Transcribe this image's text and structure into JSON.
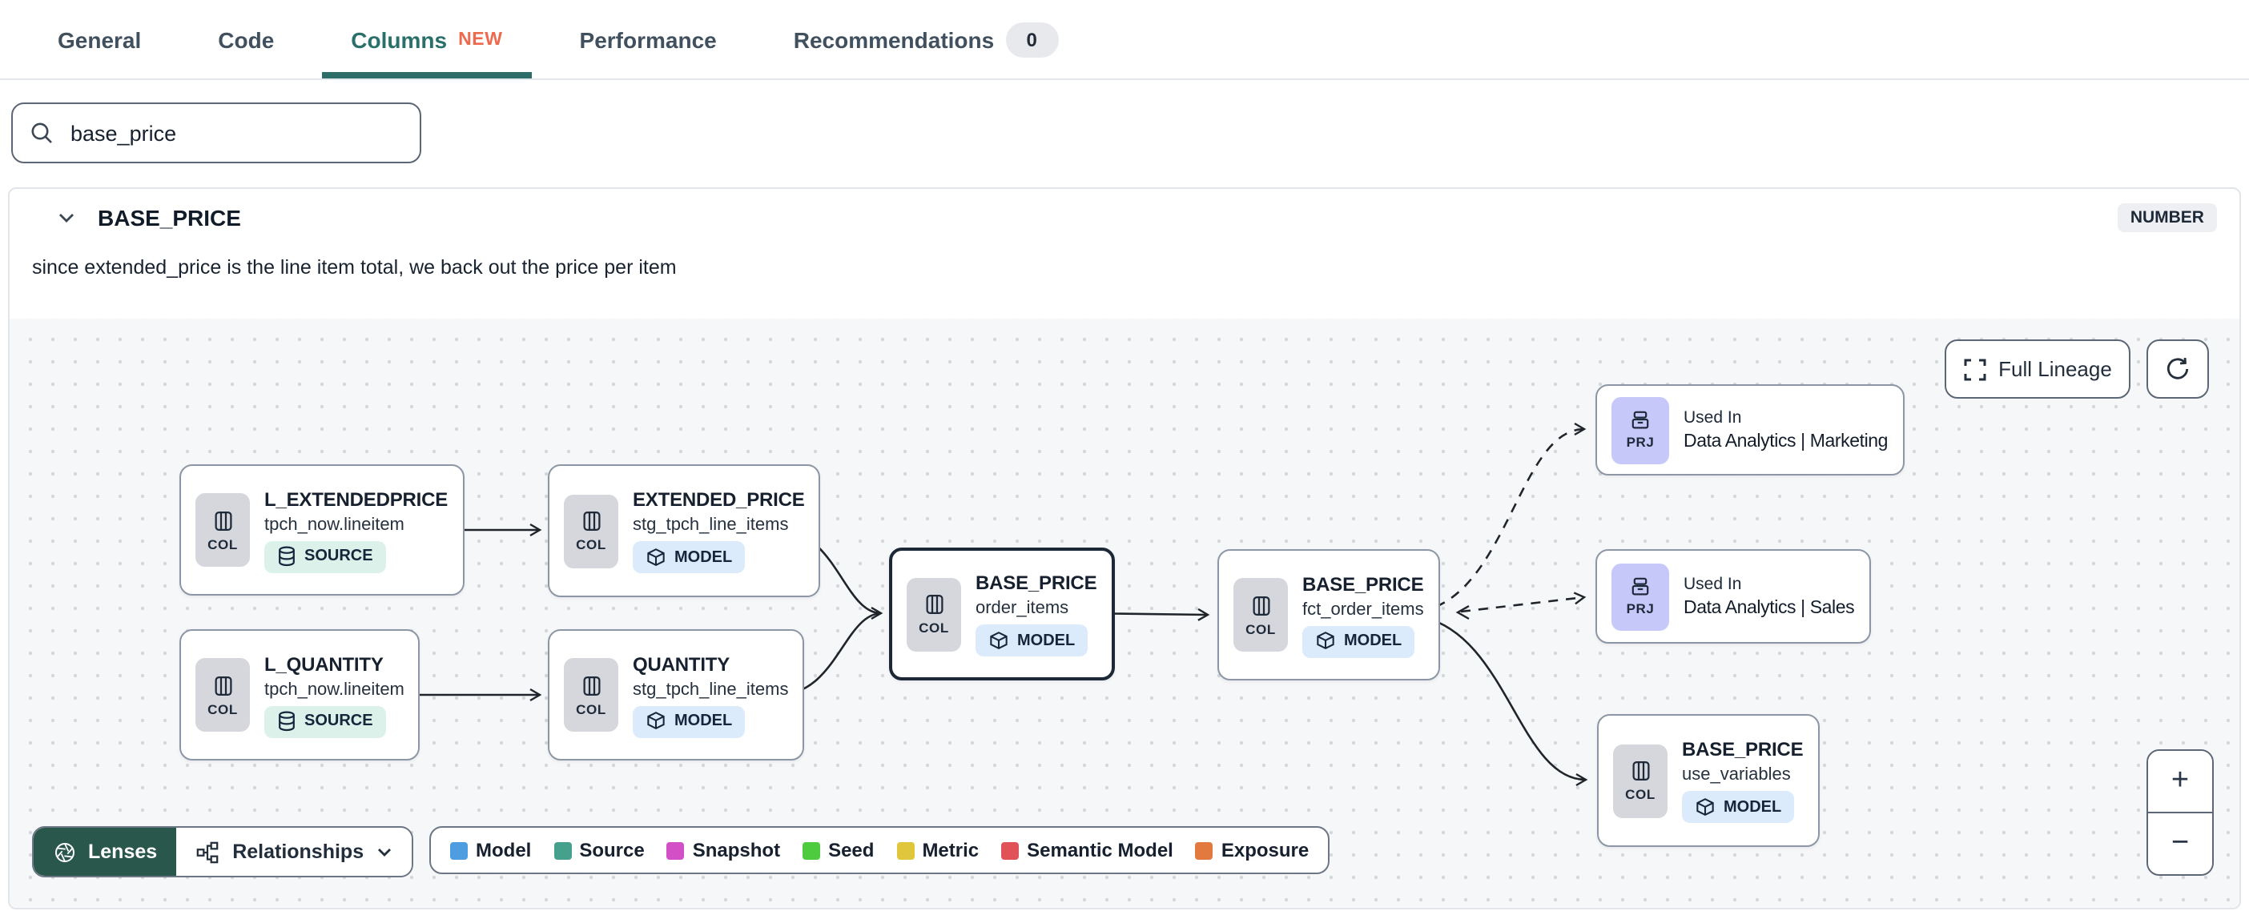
{
  "theme": {
    "accent_teal": "#2a6f6a",
    "new_orange": "#ed6a4f",
    "lenses_green": "#2a574c"
  },
  "tabs": {
    "general": "General",
    "code": "Code",
    "columns": "Columns",
    "columns_badge": "NEW",
    "performance": "Performance",
    "recommendations": "Recommendations",
    "recommendations_count": "0"
  },
  "search": {
    "value": "base_price"
  },
  "column_panel": {
    "name": "BASE_PRICE",
    "type": "NUMBER",
    "description": "since extended_price is the line item total, we back out the price per item"
  },
  "lineage": {
    "full_lineage_label": "Full Lineage",
    "zoom_in": "+",
    "zoom_out": "−",
    "nodes": [
      {
        "title": "L_EXTENDEDPRICE",
        "subtitle": "tpch_now.lineitem",
        "badge": "COL",
        "type": "SOURCE"
      },
      {
        "title": "EXTENDED_PRICE",
        "subtitle": "stg_tpch_line_items",
        "badge": "COL",
        "type": "MODEL"
      },
      {
        "title": "L_QUANTITY",
        "subtitle": "tpch_now.lineitem",
        "badge": "COL",
        "type": "SOURCE"
      },
      {
        "title": "QUANTITY",
        "subtitle": "stg_tpch_line_items",
        "badge": "COL",
        "type": "MODEL"
      },
      {
        "title": "BASE_PRICE",
        "subtitle": "order_items",
        "badge": "COL",
        "type": "MODEL",
        "selected": true
      },
      {
        "title": "BASE_PRICE",
        "subtitle": "fct_order_items",
        "badge": "COL",
        "type": "MODEL"
      },
      {
        "title": "Used In",
        "subtitle": "Data Analytics | Marketing",
        "badge": "PRJ"
      },
      {
        "title": "Used In",
        "subtitle": "Data Analytics | Sales",
        "badge": "PRJ"
      },
      {
        "title": "BASE_PRICE",
        "subtitle": "use_variables",
        "badge": "COL",
        "type": "MODEL"
      }
    ],
    "toolbar": {
      "lenses": "Lenses",
      "relationships": "Relationships"
    },
    "legend": [
      {
        "label": "Model",
        "color": "#4d9de0"
      },
      {
        "label": "Source",
        "color": "#45a08c"
      },
      {
        "label": "Snapshot",
        "color": "#d34fc6"
      },
      {
        "label": "Seed",
        "color": "#4ecb3f"
      },
      {
        "label": "Metric",
        "color": "#e0c63b"
      },
      {
        "label": "Semantic Model",
        "color": "#e05257"
      },
      {
        "label": "Exposure",
        "color": "#e2793f"
      }
    ]
  }
}
